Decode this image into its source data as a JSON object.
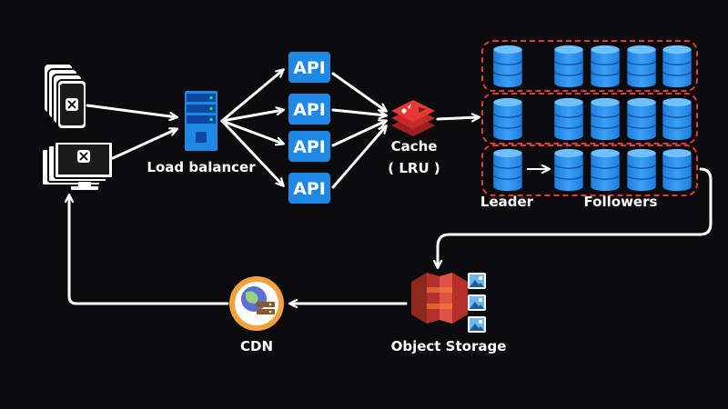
{
  "nodes": {
    "load_balancer": {
      "label": "Load balancer"
    },
    "api_servers": [
      "API",
      "API",
      "API",
      "API"
    ],
    "cache": {
      "label": "Cache",
      "sublabel": "( LRU )"
    },
    "database": {
      "leader_label": "Leader",
      "followers_label": "Followers"
    },
    "object_storage": {
      "label": "Object Storage"
    },
    "cdn": {
      "label": "CDN"
    }
  },
  "colors": {
    "background": "#0b0b0d",
    "api": "#1e88e5",
    "db_blue": "#2196f3",
    "cache_red": "#d93636",
    "shard_border": "#e03b3b",
    "storage_red": "#b5302a",
    "cdn_orange": "#f2a23c",
    "arrow": "#ffffff"
  },
  "icons": {
    "clients_mobile": "mobile-phone-stack-icon",
    "clients_desktop": "desktop-monitor-stack-icon",
    "load_balancer": "server-rack-icon",
    "cache": "redis-cache-icon",
    "object_storage": "s3-bucket-icon",
    "images": "image-icon",
    "cdn": "globe-network-icon"
  }
}
